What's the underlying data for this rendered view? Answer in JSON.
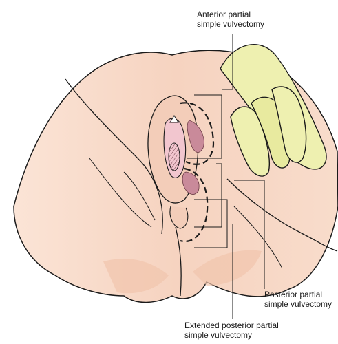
{
  "labels": {
    "anterior": {
      "line1": "Anterior partial",
      "line2": "simple vulvectomy"
    },
    "posterior": {
      "line1": "Posterior partial",
      "line2": "simple vulvectomy"
    },
    "extended": {
      "line1": "Extended posterior partial",
      "line2": "simple vulvectomy"
    }
  },
  "colors": {
    "skin": "#f7d9c8",
    "skin_light": "#fbe9de",
    "glove": "#eef0b0",
    "lesion": "#c98a9a",
    "mucosa": "#f2c6cf",
    "line": "#1a1a1a"
  }
}
